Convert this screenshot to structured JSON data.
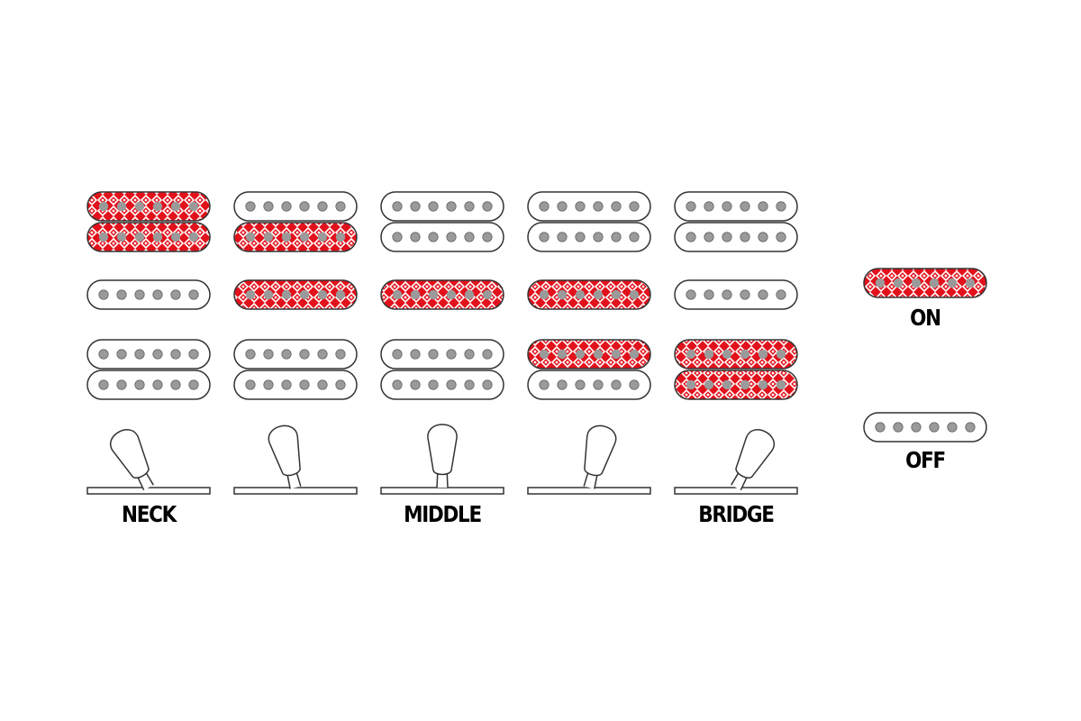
{
  "colors": {
    "on": "#e2121c",
    "off": "#ffffff",
    "outline": "#333333",
    "pole": "#9a9a9a",
    "pattern": "#ffffff"
  },
  "positions": [
    {
      "label": "NECK",
      "neck": [
        1,
        1
      ],
      "middle": 0,
      "bridge": [
        0,
        0
      ],
      "lever": "left"
    },
    {
      "label": "",
      "neck": [
        0,
        1
      ],
      "middle": 1,
      "bridge": [
        0,
        0
      ],
      "lever": "mid-left"
    },
    {
      "label": "MIDDLE",
      "neck": [
        0,
        0
      ],
      "middle": 1,
      "bridge": [
        0,
        0
      ],
      "lever": "center"
    },
    {
      "label": "",
      "neck": [
        0,
        0
      ],
      "middle": 1,
      "bridge": [
        1,
        0
      ],
      "lever": "mid-right"
    },
    {
      "label": "BRIDGE",
      "neck": [
        0,
        0
      ],
      "middle": 0,
      "bridge": [
        1,
        1
      ],
      "lever": "right"
    }
  ],
  "legend": {
    "on_label": "ON",
    "off_label": "OFF"
  }
}
